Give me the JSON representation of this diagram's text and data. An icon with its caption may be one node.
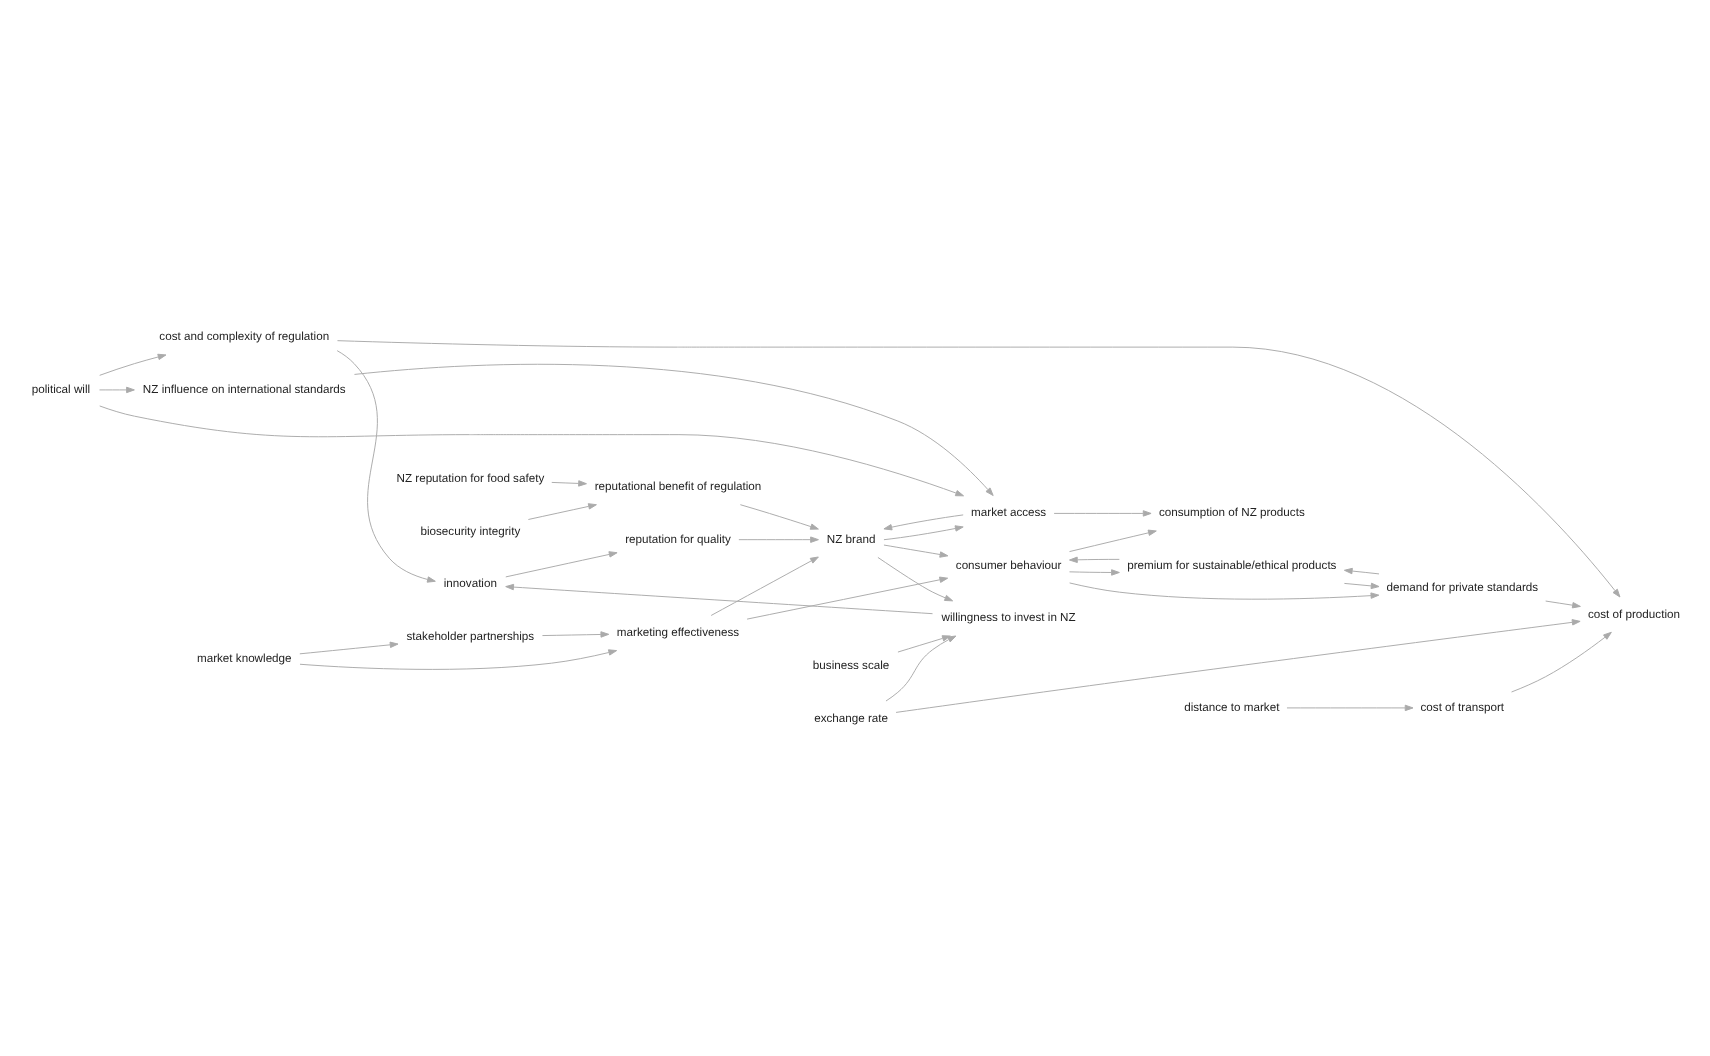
{
  "diagram": {
    "nodes": [
      {
        "text": [
          "political will"
        ]
      },
      {
        "text": [
          "cost of production"
        ]
      },
      {
        "text": [
          "distance to market"
        ]
      },
      {
        "text": [
          "cost and complexity of regulation"
        ]
      },
      {
        "text": [
          "NZ influence on international standards"
        ]
      },
      {
        "text": [
          "exchange rate"
        ]
      },
      {
        "text": [
          "cost of transport"
        ]
      },
      {
        "text": [
          "premium for sustainable/ethical products"
        ]
      },
      {
        "text": [
          "market access"
        ]
      },
      {
        "text": [
          "demand for private standards"
        ]
      },
      {
        "text": [
          "consumption of NZ products"
        ]
      },
      {
        "text": [
          "innovation"
        ]
      },
      {
        "text": [
          "consumer behaviour"
        ]
      },
      {
        "text": [
          "willingness to invest in NZ"
        ]
      },
      {
        "text": [
          "NZ brand"
        ]
      },
      {
        "text": [
          "marketing effectiveness"
        ]
      },
      {
        "text": [
          "business scale"
        ]
      },
      {
        "text": [
          "reputational benefit of regulation"
        ]
      },
      {
        "text": [
          "stakeholder partnerships"
        ]
      },
      {
        "text": [
          "NZ reputation for food safety"
        ]
      },
      {
        "text": [
          "reputation for quality"
        ]
      },
      {
        "text": [
          "biosecurity integrity"
        ]
      },
      {
        "text": [
          "market knowledge"
        ]
      }
    ],
    "edges": [
      {
        "from": 0,
        "to": 3,
        "arrow": "to"
      },
      {
        "from": 0,
        "to": 4,
        "arrow": "to"
      },
      {
        "from": 0,
        "to": 8,
        "arrow": "to"
      },
      {
        "from": 3,
        "to": 1,
        "arrow": "to"
      },
      {
        "from": 3,
        "to": 11,
        "arrow": "to"
      },
      {
        "from": 4,
        "to": 8,
        "arrow": "to"
      },
      {
        "from": 5,
        "to": 1,
        "arrow": "to"
      },
      {
        "from": 5,
        "to": 13,
        "arrow": "to"
      },
      {
        "from": 2,
        "to": 6,
        "arrow": "to"
      },
      {
        "from": 6,
        "to": 1,
        "arrow": "to"
      },
      {
        "from": 9,
        "to": 1,
        "arrow": "to"
      },
      {
        "from": 9,
        "to": 7,
        "arrow": "to"
      },
      {
        "from": 7,
        "to": 9,
        "arrow": "to"
      },
      {
        "from": 7,
        "to": 12,
        "arrow": "to"
      },
      {
        "from": 12,
        "to": 7,
        "arrow": "to"
      },
      {
        "from": 12,
        "to": 9,
        "arrow": "to"
      },
      {
        "from": 12,
        "to": 10,
        "arrow": "to"
      },
      {
        "from": 8,
        "to": 10,
        "arrow": "to"
      },
      {
        "from": 8,
        "to": 14,
        "arrow": "to"
      },
      {
        "from": 14,
        "to": 8,
        "arrow": "to"
      },
      {
        "from": 13,
        "to": 11,
        "arrow": "to"
      },
      {
        "from": 11,
        "to": 20,
        "arrow": "to"
      },
      {
        "from": 16,
        "to": 13,
        "arrow": "to"
      },
      {
        "from": 14,
        "to": 13,
        "arrow": "to"
      },
      {
        "from": 14,
        "to": 12,
        "arrow": "to"
      },
      {
        "from": 17,
        "to": 14,
        "arrow": "to"
      },
      {
        "from": 19,
        "to": 17,
        "arrow": "to"
      },
      {
        "from": 21,
        "to": 17,
        "arrow": "to"
      },
      {
        "from": 20,
        "to": 14,
        "arrow": "to"
      },
      {
        "from": 15,
        "to": 14,
        "arrow": "to"
      },
      {
        "from": 15,
        "to": 12,
        "arrow": "to"
      },
      {
        "from": 18,
        "to": 15,
        "arrow": "to"
      },
      {
        "from": 22,
        "to": 15,
        "arrow": "to"
      },
      {
        "from": 22,
        "to": 18,
        "arrow": "to"
      }
    ]
  }
}
